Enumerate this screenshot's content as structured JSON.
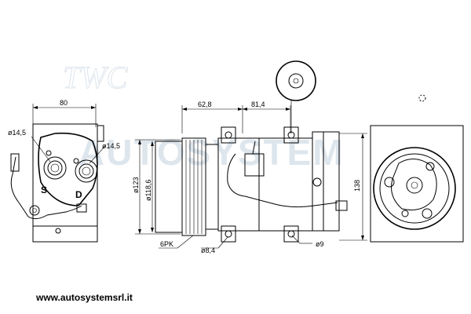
{
  "watermark": {
    "text": "AUTOSYSTEM",
    "color": "#b8c8d8"
  },
  "left_view": {
    "width_dim": "80",
    "suction_dia": "ø14,5",
    "discharge_dia": "ø14,5",
    "suction_label": "S",
    "discharge_label": "D"
  },
  "side_view": {
    "dim_pulley": "62,8",
    "dim_body": "81,4",
    "dia_outer": "ø123",
    "dia_pulley": "ø118,6",
    "height": "138",
    "belt": "6PK",
    "hole_small": "ø8,4",
    "hole_large": "ø9"
  },
  "footer": {
    "website": "www.autosystemsrl.it"
  }
}
